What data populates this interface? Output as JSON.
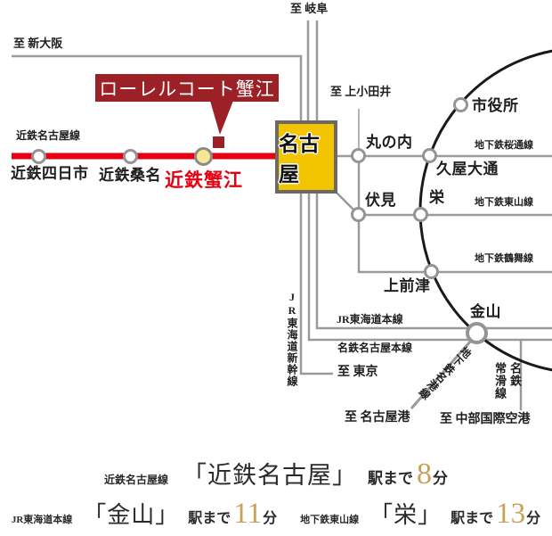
{
  "map": {
    "badge": "ローレルコート蟹江",
    "terminals": {
      "shin_osaka": "至 新大阪",
      "gifu": "至 岐阜",
      "kamiotai": "至 上小田井",
      "tokyo": "至 東京",
      "nagoyako": "至 名古屋港",
      "chubu_airport": "至 中部国際空港"
    },
    "lines": {
      "kintetsu_nagoya": "近鉄名古屋線",
      "sakura_dori": "地下鉄桜通線",
      "higashiyama": "地下鉄東山線",
      "tsurumai": "地下鉄鶴舞線",
      "jr_tokaido": "JR東海道本線",
      "meitetsu_nagoya_honsen": "名鉄名古屋本線",
      "jr_shinkansen": "JR東海道新幹線",
      "meiko": "地下鉄名港線",
      "meitetsu": "名鉄",
      "tokoname": "常滑線"
    },
    "stations": {
      "yokkaichi": "近鉄四日市",
      "kuwana": "近鉄桑名",
      "kanie": "近鉄蟹江",
      "nagoya": "名古屋",
      "marunouchi": "丸の内",
      "shiyakusho": "市役所",
      "hisaya_odori": "久屋大通",
      "fushimi": "伏見",
      "sakae": "栄",
      "kamimaezu": "上前津",
      "kanayama": "金山"
    }
  },
  "access": {
    "kintetsu": {
      "line": "近鉄名古屋線",
      "station": "「近鉄名古屋」",
      "prefix": "駅まで",
      "minutes": "8",
      "unit": "分"
    },
    "kanayama": {
      "line": "JR東海道本線",
      "station": "「金山」",
      "prefix": "駅まで",
      "minutes": "11",
      "unit": "分"
    },
    "sakae": {
      "line": "地下鉄東山線",
      "station": "「栄」",
      "prefix": "駅まで",
      "minutes": "13",
      "unit": "分"
    }
  },
  "colors": {
    "kintetsu_red": "#e60012",
    "badge_red": "#9c2126",
    "nagoya_yellow": "#f2c500",
    "kanie_dot_yellow": "#f7e795",
    "minutes_gold": "#c7a258",
    "line_gray": "#9a9a9a",
    "ring_black": "#1a1a1a"
  }
}
